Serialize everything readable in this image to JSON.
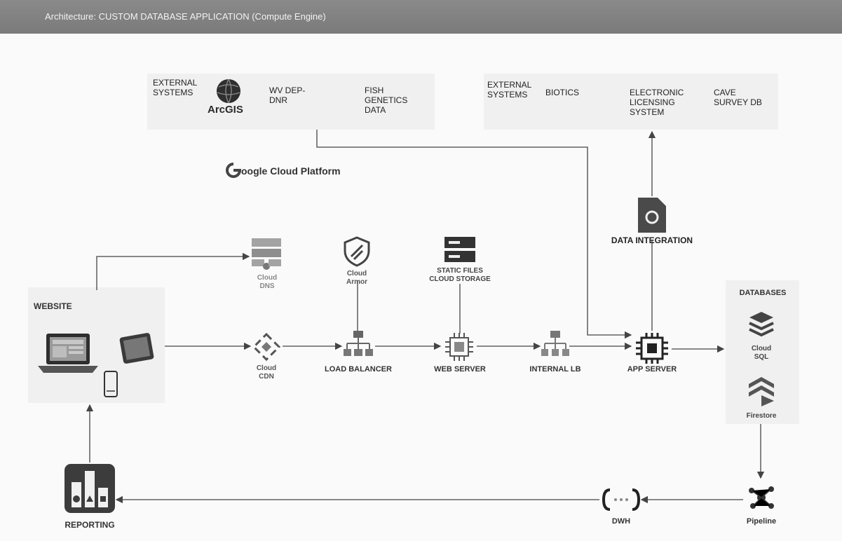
{
  "header": {
    "title": "Architecture: CUSTOM DATABASE APPLICATION (Compute Engine)"
  },
  "external": {
    "label_1": "EXTERNAL\nSYSTEMS",
    "arcgis": "ArcGIS",
    "wv": "WV DEP-\nDNR",
    "fish": "FISH\nGENETICS\nDATA",
    "label_2": "EXTERNAL\nSYSTEMS",
    "biotics": "BIOTICS",
    "licensing": "ELECTRONIC\nLICENSING\nSYSTEM",
    "cave": "CAVE\nSURVEY DB"
  },
  "gcp": {
    "label": "oogle Cloud Platform"
  },
  "website": {
    "label": "WEBSITE"
  },
  "nodes": {
    "cloud_dns": "Cloud\nDNS",
    "cloud_armor": "Cloud\nArmor",
    "static_files": "STATIC FILES\nCLOUD STORAGE",
    "data_integration": "DATA INTEGRATION",
    "cloud_cdn": "Cloud\nCDN",
    "load_balancer": "LOAD BALANCER",
    "web_server": "WEB SERVER",
    "internal_lb": "INTERNAL LB",
    "app_server": "APP SERVER",
    "databases": "DATABASES",
    "cloud_sql": "Cloud\nSQL",
    "firestore": "Firestore",
    "pipeline": "Pipeline",
    "dwh": "DWH",
    "reporting": "REPORTING"
  },
  "colors": {
    "header": "#808080",
    "panel": "#f0f0f0",
    "icon": "#5f6368",
    "arrow": "#444444"
  }
}
